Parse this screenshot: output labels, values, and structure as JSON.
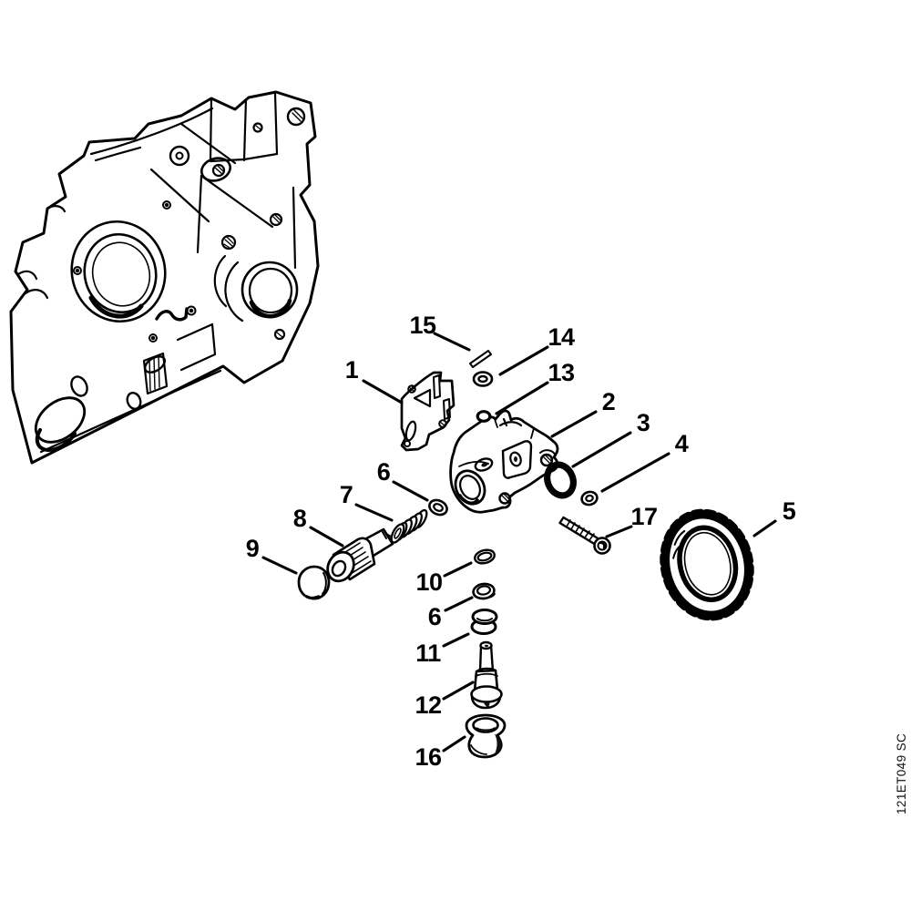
{
  "drawing": {
    "code": "121ET049 SC",
    "callouts": [
      "1",
      "2",
      "3",
      "4",
      "5",
      "6",
      "6",
      "7",
      "8",
      "9",
      "10",
      "11",
      "12",
      "13",
      "14",
      "15",
      "16",
      "17"
    ]
  }
}
